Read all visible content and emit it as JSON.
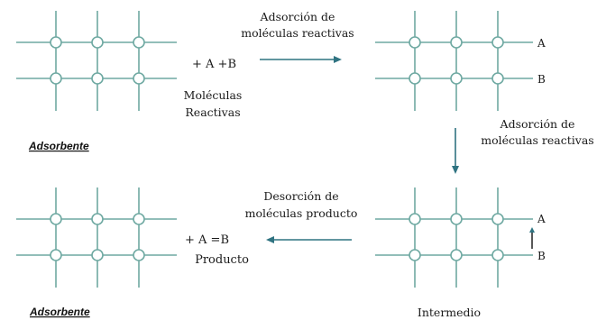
{
  "colors": {
    "lattice": "#6fa9a2",
    "arrow": "#2f7381",
    "text": "#1a1a1a"
  },
  "labels": {
    "top_left_caption": "Adsorbente",
    "bottom_left_caption": "Adsorbente",
    "bottom_right_caption": "Intermedio",
    "reactants": "+ A +B",
    "reactants_name_line1": "Moléculas",
    "reactants_name_line2": "Reactivas",
    "product": "+ A =B",
    "product_name": "Producto",
    "adsorption_line1": "Adsorción de",
    "adsorption_line2": "moléculas reactivas",
    "adsorption_right_line1": "Adsorción de",
    "adsorption_right_line2": "moléculas reactivas",
    "desorption_line1": "Desorción de",
    "desorption_line2": "moléculas producto",
    "atom_a_top": "A",
    "atom_b_top": "B",
    "atom_a_bottom": "A",
    "atom_b_bottom": "B"
  }
}
